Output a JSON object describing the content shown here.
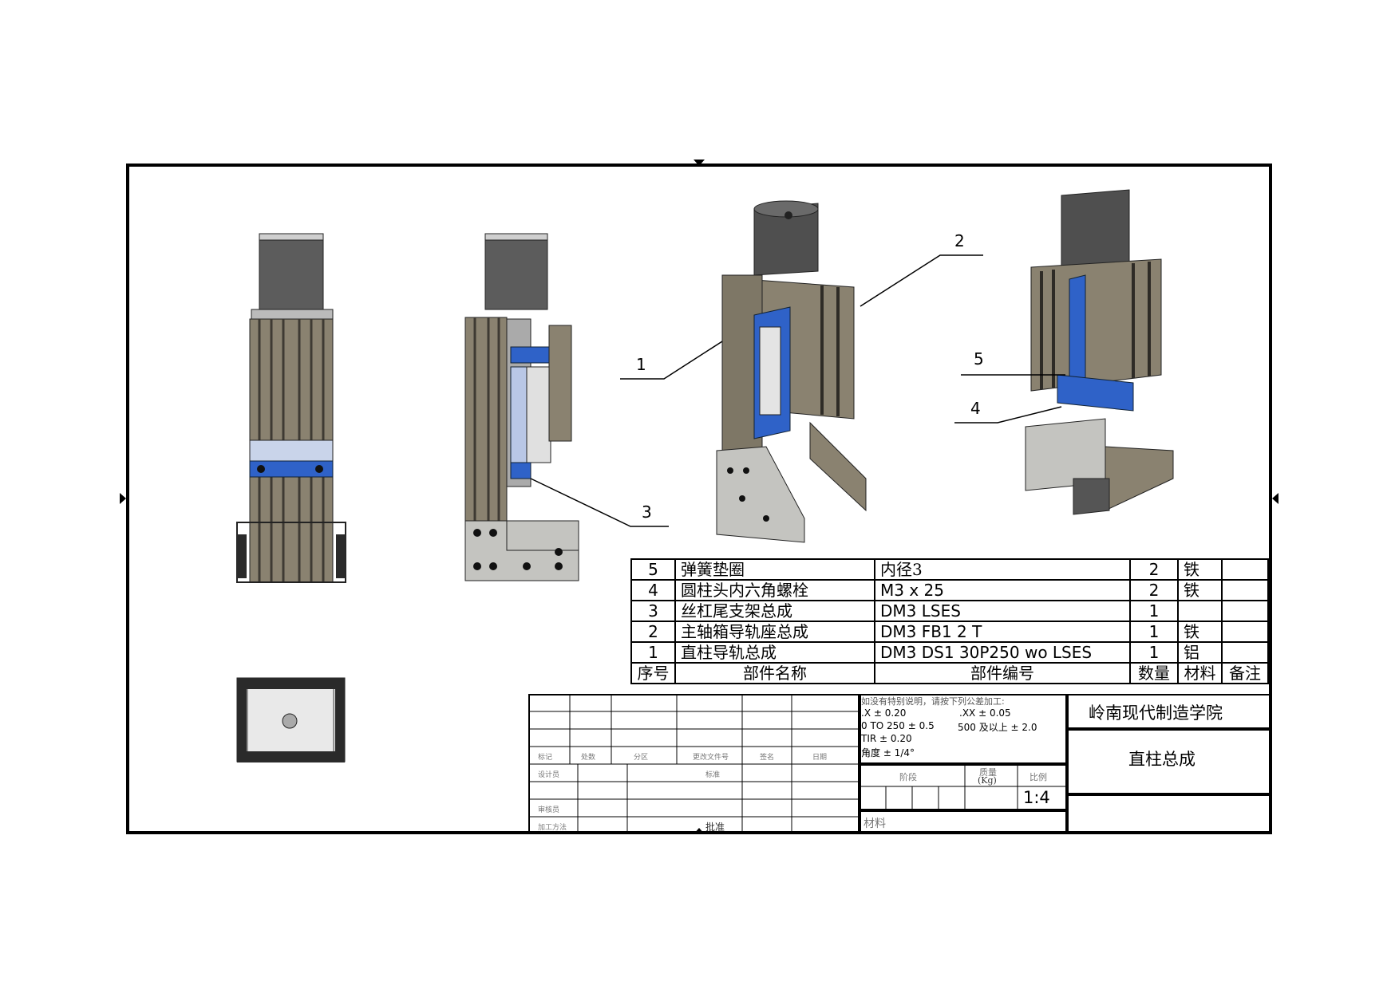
{
  "balloons": [
    "1",
    "2",
    "3",
    "4",
    "5"
  ],
  "bom": {
    "rows": [
      {
        "no": "5",
        "name": "弹簧垫圈",
        "code": "内径3",
        "qty": "2",
        "material": "铁",
        "note": ""
      },
      {
        "no": "4",
        "name": "圆柱头内六角螺栓",
        "code": "M3 x 25",
        "qty": "2",
        "material": "铁",
        "note": ""
      },
      {
        "no": "3",
        "name": "丝杠尾支架总成",
        "code": "DM3 LSES",
        "qty": "1",
        "material": "",
        "note": ""
      },
      {
        "no": "2",
        "name": "主轴箱导轨座总成",
        "code": "DM3 FB1 2 T",
        "qty": "1",
        "material": "铁",
        "note": ""
      },
      {
        "no": "1",
        "name": "直柱导轨总成",
        "code": "DM3 DS1 30P250 wo LSES",
        "qty": "1",
        "material": "铝",
        "note": ""
      }
    ],
    "header": {
      "no": "序号",
      "name": "部件名称",
      "code": "部件编号",
      "qty": "数量",
      "material": "材料",
      "note": "备注"
    }
  },
  "title_block": {
    "school": "岭南现代制造学院",
    "drawing_title": "直柱总成",
    "scale": "1:4",
    "material_label": "材料",
    "tolerance": {
      "line1": "如没有特别说明，请按下列公差加工:",
      "line2a": ".X ± 0.20",
      "line2b": ".XX ± 0.05",
      "line3a": "0 TO 250 ± 0.5",
      "line3b": "500 及以上 ± 2.0",
      "line4": "TIR ± 0.20",
      "line5": "角度 ± 1/4°"
    },
    "labels": {
      "mark": "标记",
      "count": "处数",
      "zone": "分区",
      "change_no": "更改文件号",
      "sign": "签名",
      "date": "日期",
      "designer": "设计员",
      "standard": "标准",
      "reviewer": "审核员",
      "process": "加工方法",
      "approve": "批准",
      "stage": "阶段",
      "mass": "质量",
      "mass_unit": "(Kg)",
      "scale": "比例"
    }
  },
  "colors": {
    "aluminum": "#8a8270",
    "aluminum_dark": "#3e3a33",
    "bracket_blue": "#2f62c8",
    "motor_gray": "#5a5a5a",
    "plate_gray": "#b8b8b4"
  }
}
